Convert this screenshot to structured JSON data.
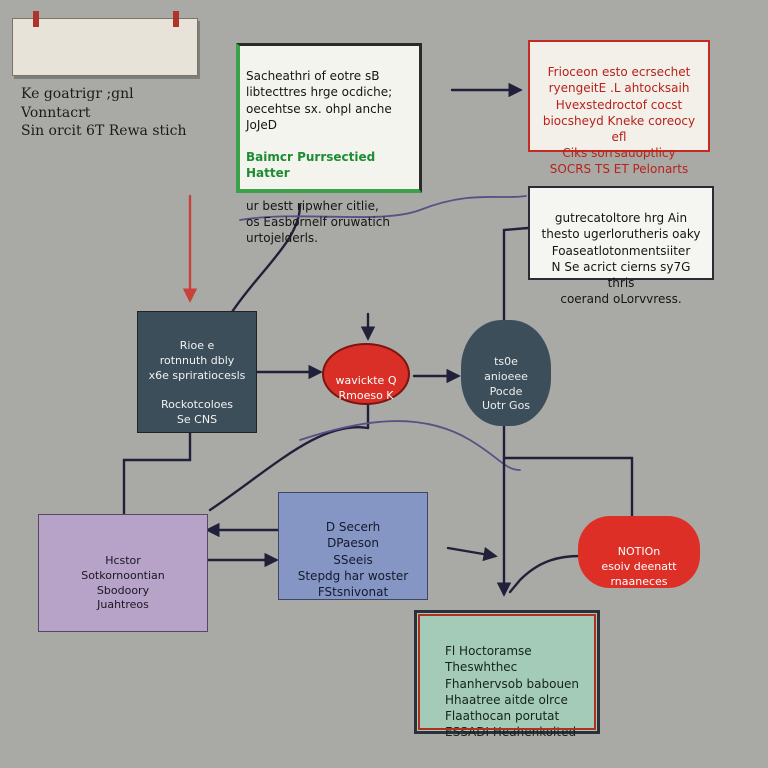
{
  "diagram": {
    "title_sign": {
      "text": "Ke goatrigr ;gnl Vonntacrt\nSin orcit 6T Rewa stich"
    },
    "note_green": {
      "lines_a": "Sacheathri of eotre sB\nlibtecttres hrge ocdiche;\noecehtse sx. ohpl anche\nJoJeD",
      "emphasis": "Baimcr Purrsectied Hatter",
      "lines_b": "ur  bestt ripwher citlie,\nos Easbornelf oruwatich\nurtojelderls."
    },
    "note_red": {
      "text": "Frioceon esto ecrsechet\nryengeitE .L ahtocksaih\nHvexstedroctof cocst\nbiocsheyd Kneke coreocy efl\nCiks  sorrsauoptlicy\nSOCRS TS ET Pelonarts"
    },
    "note_grey": {
      "text": "gutrecatoltore hrg Ain\nthesto ugerlorutheris oaky\nFoaseatlotonmentsiiter\nN Se acrict cierns sy7G thris\ncoerand oLorvvress."
    },
    "node_dark_box": {
      "text": "Rioe e\nrotnnuth dbly\nx6e spriratiocesls\n\nRockotcoloes\nSe CNS"
    },
    "node_red_oval": {
      "text": "wavickte Q\nRmoeso K"
    },
    "node_dark_oval": {
      "text": "ts0e\nanioeee\nPocde\nUotr Gos"
    },
    "node_purple": {
      "text": "Hcstor\nSotkornoontian\nSbodoory\nJuahtreos"
    },
    "node_blue": {
      "text": "D Secerh\nDPaeson\nSSeeis\nStepdg har woster\nFStsnivonat"
    },
    "node_red_bubble": {
      "text": "NOTIOn\nesoiv deenatt\nrnaaneces"
    },
    "note_teal": {
      "text": "Fl  Hoctoramse\nTheswhthec\nFhanhervsob babouen\nHhaatree aitde olrce\nFlaathocan porutat\nESSADI Heahenkolted"
    }
  }
}
